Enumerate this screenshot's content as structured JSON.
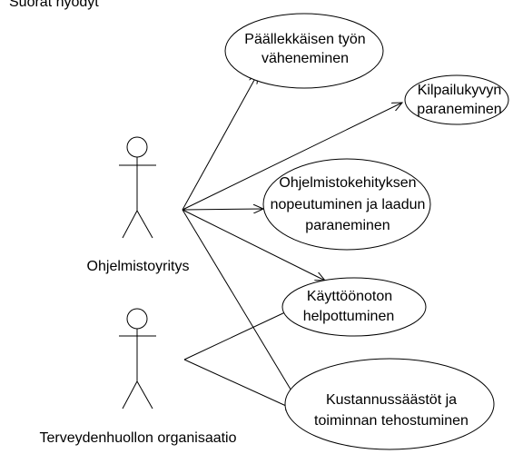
{
  "diagram": {
    "title": "Suorat hyödyt",
    "actors": {
      "company": "Ohjelmistoyritys",
      "health": "Terveydenhuollon organisaatio"
    },
    "usecases": {
      "overlap": [
        "Päällekkäisen työn",
        "väheneminen"
      ],
      "competitiveness": [
        "Kilpailukyvyn",
        "paraneminen"
      ],
      "development": [
        "Ohjelmistokehityksen",
        "nopeutuminen ja laadun",
        "paraneminen"
      ],
      "deployment": [
        "Käyttöönoton",
        "helpottuminen"
      ],
      "costs": [
        "Kustannussäästöt ja",
        "toiminnan tehostuminen"
      ]
    }
  }
}
